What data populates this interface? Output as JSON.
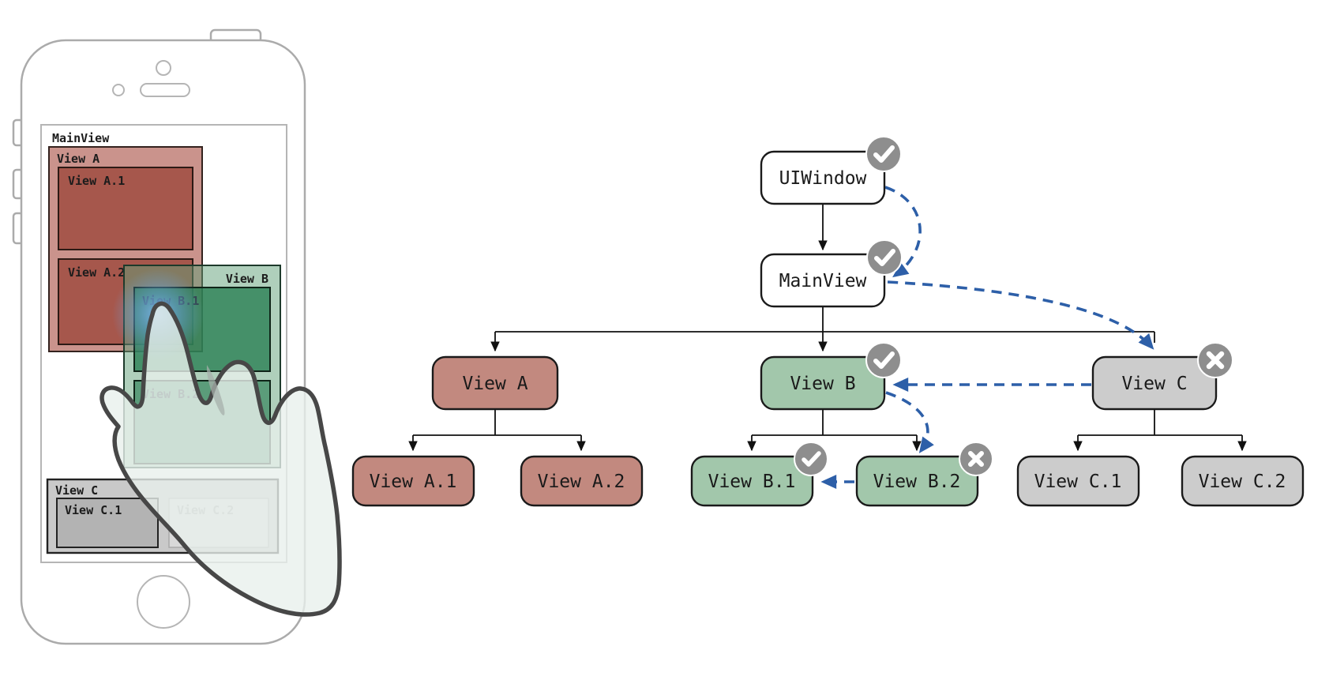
{
  "phone": {
    "main_view_label": "MainView",
    "view_a_label": "View A",
    "view_a1_label": "View A.1",
    "view_a2_label": "View A.2",
    "view_b_label": "View B",
    "view_b1_label": "View B.1",
    "view_b2_label": "View B.2",
    "view_c_label": "View C",
    "view_c1_label": "View C.1",
    "view_c2_label": "View C.2"
  },
  "tree": {
    "nodes": {
      "uiwindow": {
        "label": "UIWindow",
        "badge": "check"
      },
      "mainview": {
        "label": "MainView",
        "badge": "check"
      },
      "view_a": {
        "label": "View A",
        "badge": "none"
      },
      "view_b": {
        "label": "View B",
        "badge": "check"
      },
      "view_c": {
        "label": "View C",
        "badge": "x"
      },
      "view_a1": {
        "label": "View A.1",
        "badge": "none"
      },
      "view_a2": {
        "label": "View A.2",
        "badge": "none"
      },
      "view_b1": {
        "label": "View B.1",
        "badge": "check"
      },
      "view_b2": {
        "label": "View B.2",
        "badge": "x"
      },
      "view_c1": {
        "label": "View C.1",
        "badge": "none"
      },
      "view_c2": {
        "label": "View C.2",
        "badge": "none"
      }
    },
    "hit_test_arrows": [
      {
        "from": "UIWindow",
        "to": "MainView"
      },
      {
        "from": "MainView",
        "to": "View C"
      },
      {
        "from": "View C",
        "to": "View B"
      },
      {
        "from": "View B",
        "to": "View B.2"
      },
      {
        "from": "View B.2",
        "to": "View B.1"
      }
    ]
  },
  "colors": {
    "tree_node_white": "#ffffff",
    "tree_node_red": "#c2897f",
    "tree_node_green": "#a2c7ab",
    "tree_node_gray": "#cccccc",
    "badge_gray": "#8e8e8e",
    "arrow_blue": "#2d5fa8",
    "line_black": "#111111",
    "phone_red_container": "#ca938c",
    "phone_red_inner": "#a6574c",
    "phone_green_container": "rgba(96,160,120,0.50)",
    "phone_green_b1": "rgba(40,125,82,0.78)",
    "phone_green_b2": "rgba(40,125,82,0.62)",
    "phone_gray_container": "#c9c9c9",
    "phone_gray_c1": "#b3b3b3",
    "phone_gray_c2": "#d9d9d9",
    "touch_glow_blue": "#5f9fe0"
  }
}
